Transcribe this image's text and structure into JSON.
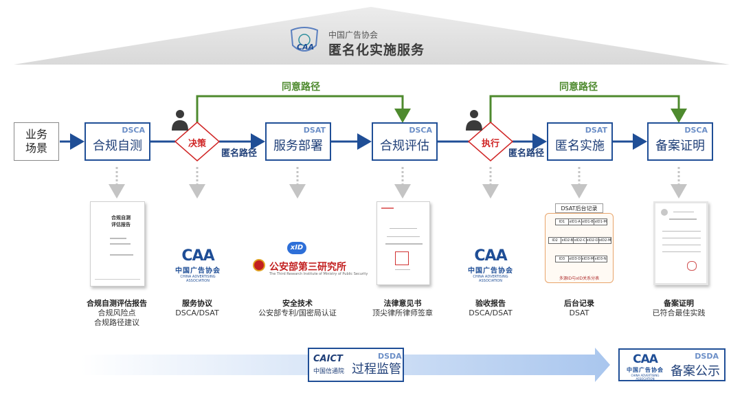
{
  "header": {
    "org": "中国广告协会",
    "title": "匿名化实施服务",
    "logo_mark": "CAA"
  },
  "start": {
    "line1": "业务",
    "line2": "场景"
  },
  "paths": {
    "agree": "同意路径",
    "anon": "匿名路径"
  },
  "steps": [
    {
      "tag": "DSCA",
      "name": "合规自测"
    },
    {
      "tag": "DSAT",
      "name": "服务部署"
    },
    {
      "tag": "DSCA",
      "name": "合规评估"
    },
    {
      "tag": "DSAT",
      "name": "匿名实施"
    },
    {
      "tag": "DSCA",
      "name": "备案证明"
    }
  ],
  "decisions": [
    "决策",
    "执行"
  ],
  "outputs": [
    {
      "title": "合规自测评估报告",
      "lines": [
        "合规风险点",
        "合规路径建议"
      ]
    },
    {
      "title": "服务协议",
      "lines": [
        "DSCA/DSAT"
      ]
    },
    {
      "title": "安全技术",
      "lines": [
        "公安部专利/国密局认证"
      ]
    },
    {
      "title": "法律意见书",
      "lines": [
        "顶尖律所律师签章"
      ]
    },
    {
      "title": "验收报告",
      "lines": [
        "DSCA/DSAT"
      ]
    },
    {
      "title": "后台记录",
      "lines": [
        "DSAT"
      ]
    },
    {
      "title": "备案证明",
      "lines": [
        "已符合最佳实践"
      ]
    }
  ],
  "doc1": {
    "title1": "合规自测",
    "title2": "评估报告"
  },
  "caa": {
    "mark": "CAA",
    "cn": "中国广告协会",
    "en": "CHINA ADVERTISING ASSOCIATION"
  },
  "mps": {
    "badge": "xID",
    "name": "公安部第三研究所",
    "en": "The Third Research Institute of Ministry of Public Security"
  },
  "record": {
    "title": "DSAT后台记录",
    "rows": [
      [
        "ID1",
        "xID1-A",
        "xID1-B",
        "xID1-M"
      ],
      [
        "ID2",
        "xID2-B",
        "xID2-C",
        "xID2-D",
        "xID2-M"
      ],
      [
        "ID3",
        "xID3-D",
        "xID3-M",
        "xID3-N"
      ]
    ],
    "foot": "多源ID与xID关系分表"
  },
  "bottom": {
    "caict": "CAICT",
    "caict_cn": "中国信通院",
    "tag": "DSDA",
    "text": "过程监管",
    "pub_tag": "DSDA",
    "pub_text": "备案公示"
  },
  "colors": {
    "primary": "#1f4e96",
    "green": "#4e8a2e",
    "red": "#d02525"
  }
}
